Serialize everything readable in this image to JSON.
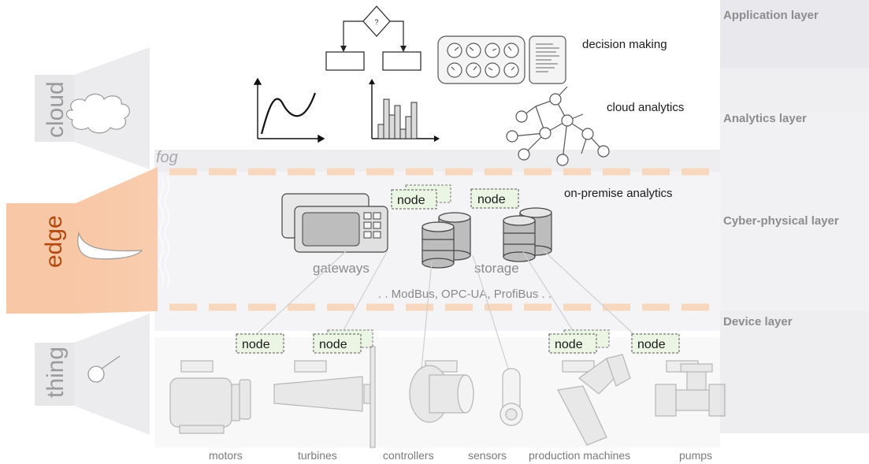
{
  "layers": {
    "application": "Application layer",
    "analytics": "Analytics layer",
    "cyber_physical": "Cyber-physical layer",
    "device": "Device layer"
  },
  "tiers": {
    "cloud": "cloud",
    "fog": "fog",
    "edge": "edge",
    "thing": "thing"
  },
  "functions": {
    "decision_making": "decision making",
    "cloud_analytics": "cloud analytics",
    "on_premise_analytics": "on-premise analytics"
  },
  "flowchart_decision": "?",
  "edge_components": {
    "gateways": "gateways",
    "storage": "storage",
    "protocols": ". . ModBus, OPC-UA, ProfiBus . ."
  },
  "node_label": "node",
  "things": {
    "motors": "motors",
    "turbines": "turbines",
    "controllers": "controllers",
    "sensors": "sensors",
    "production_machines": "production machines",
    "pumps": "pumps"
  },
  "colors": {
    "edge_orange": "#f8c7a6",
    "edge_text": "#b04a10",
    "layer_band": "#efeff2",
    "node_fill": "#eaf5e4",
    "tier_grey": "#e7e7ea"
  }
}
